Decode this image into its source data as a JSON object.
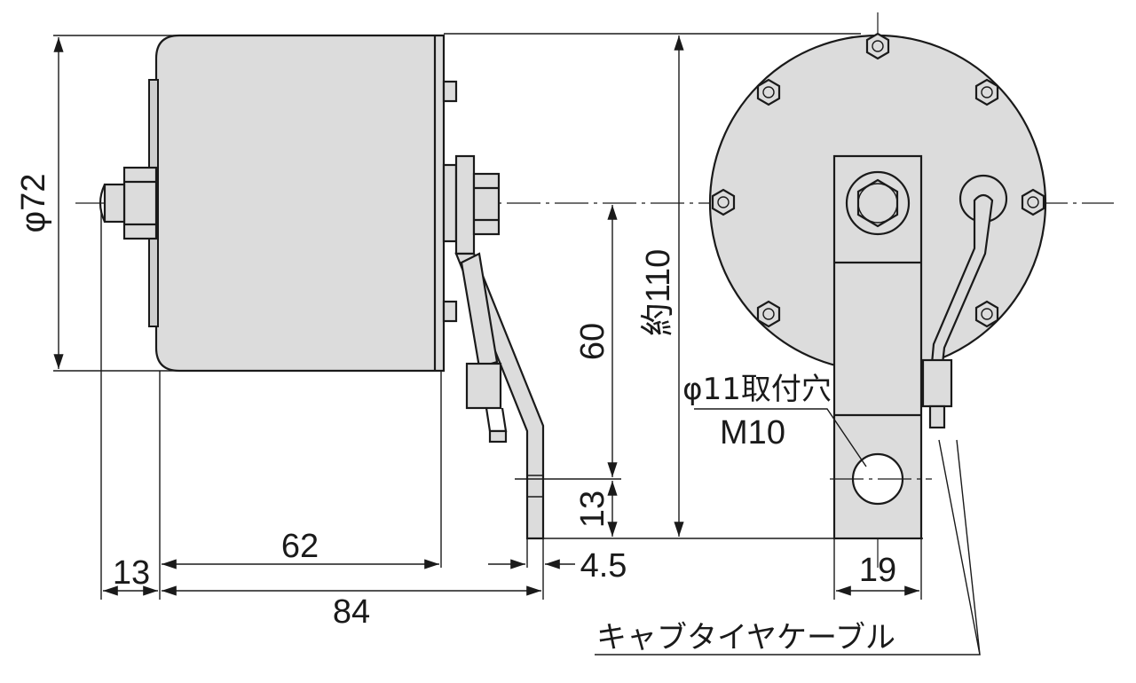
{
  "dimensions": {
    "diameter": "φ72",
    "left_offset": "13",
    "body_length": "62",
    "total_length": "84",
    "bracket_thickness": "4.5",
    "center_height": "60",
    "hole_to_bottom": "13",
    "overall_height": "約110",
    "bracket_width": "19"
  },
  "labels": {
    "mounting_hole": "φ11取付穴",
    "thread": "M10",
    "cable": "キャブタイヤケーブル"
  }
}
